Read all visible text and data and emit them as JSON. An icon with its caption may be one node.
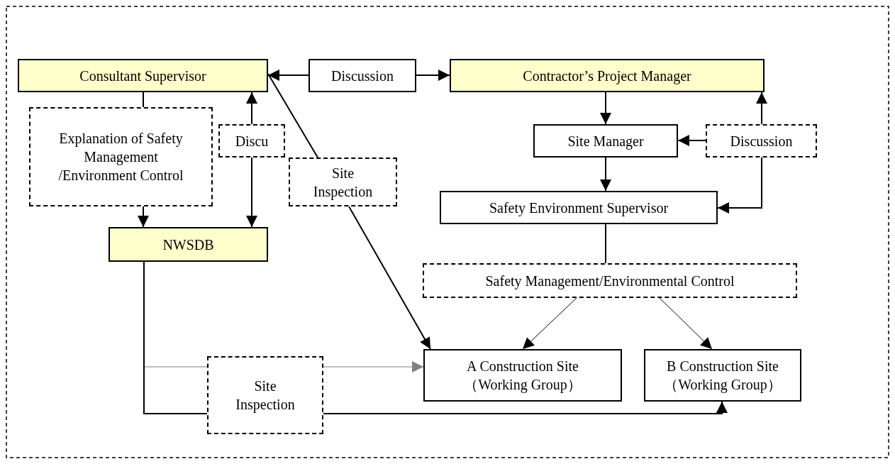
{
  "diagram": {
    "nodes": [
      {
        "text": [
          "Consultant Supervisor"
        ]
      },
      {
        "text": [
          "Discussion"
        ]
      },
      {
        "text": [
          "Contractor’s Project Manager"
        ]
      },
      {
        "text": [
          "Explanation of Safety Management /Environment Control"
        ]
      },
      {
        "text": [
          "Discu"
        ]
      },
      {
        "text": [
          "Site Manager"
        ]
      },
      {
        "text": [
          "Discussion"
        ]
      },
      {
        "text": [
          "Site Inspection"
        ]
      },
      {
        "text": [
          "Safety Environment Supervisor"
        ]
      },
      {
        "text": [
          "NWSDB"
        ]
      },
      {
        "text": [
          "Safety Management/Environmental Control"
        ]
      },
      {
        "text": [
          "Site Inspection"
        ]
      },
      {
        "text": [
          "A Construction Site （Working Group）"
        ]
      },
      {
        "text": [
          "B Construction Site （Working Group）"
        ]
      }
    ],
    "edges": [
      {
        "from": 1,
        "to": 0,
        "arrow": "to"
      },
      {
        "from": 1,
        "to": 2,
        "arrow": "to"
      },
      {
        "from": 0,
        "to": 3,
        "arrow": "none"
      },
      {
        "from": 3,
        "to": 9,
        "arrow": "to"
      },
      {
        "from": 4,
        "to": 0,
        "arrow": "to"
      },
      {
        "from": 4,
        "to": 9,
        "arrow": "to"
      },
      {
        "from": 0,
        "to": 7,
        "arrow": "none"
      },
      {
        "from": 7,
        "to": 12,
        "arrow": "to"
      },
      {
        "from": 2,
        "to": 5,
        "arrow": "to"
      },
      {
        "from": 6,
        "to": 5,
        "arrow": "to"
      },
      {
        "from": 6,
        "to": 2,
        "arrow": "to"
      },
      {
        "from": 6,
        "to": 8,
        "arrow": "to"
      },
      {
        "from": 5,
        "to": 8,
        "arrow": "to"
      },
      {
        "from": 8,
        "to": 10,
        "arrow": "none"
      },
      {
        "from": 10,
        "to": 12,
        "arrow": "to"
      },
      {
        "from": 10,
        "to": 13,
        "arrow": "to"
      },
      {
        "from": 9,
        "to": 11,
        "arrow": "none",
        "color": "#808080"
      },
      {
        "from": 11,
        "to": 12,
        "arrow": "to",
        "color": "#808080"
      },
      {
        "from": 9,
        "to": 11,
        "arrow": "none"
      },
      {
        "from": 11,
        "to": 13,
        "arrow": "to"
      }
    ]
  }
}
